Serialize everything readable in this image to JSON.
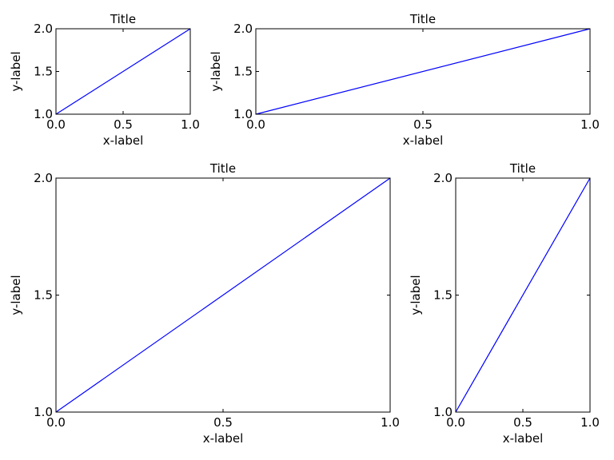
{
  "chart_data": [
    {
      "type": "line",
      "title": "Title",
      "xlabel": "x-label",
      "ylabel": "y-label",
      "xlim": [
        0.0,
        1.0
      ],
      "ylim": [
        1.0,
        2.0
      ],
      "xticks": [
        "0.0",
        "0.5",
        "1.0"
      ],
      "yticks": [
        "1.0",
        "1.5",
        "2.0"
      ],
      "grid": false,
      "series": [
        {
          "x": [
            0.0,
            1.0
          ],
          "y": [
            1.0,
            2.0
          ],
          "color": "#0000ff"
        }
      ]
    },
    {
      "type": "line",
      "title": "Title",
      "xlabel": "x-label",
      "ylabel": "y-label",
      "xlim": [
        0.0,
        1.0
      ],
      "ylim": [
        1.0,
        2.0
      ],
      "xticks": [
        "0.0",
        "0.5",
        "1.0"
      ],
      "yticks": [
        "1.0",
        "1.5",
        "2.0"
      ],
      "grid": false,
      "series": [
        {
          "x": [
            0.0,
            1.0
          ],
          "y": [
            1.0,
            2.0
          ],
          "color": "#0000ff"
        }
      ]
    },
    {
      "type": "line",
      "title": "Title",
      "xlabel": "x-label",
      "ylabel": "y-label",
      "xlim": [
        0.0,
        1.0
      ],
      "ylim": [
        1.0,
        2.0
      ],
      "xticks": [
        "0.0",
        "0.5",
        "1.0"
      ],
      "yticks": [
        "1.0",
        "1.5",
        "2.0"
      ],
      "grid": false,
      "series": [
        {
          "x": [
            0.0,
            1.0
          ],
          "y": [
            1.0,
            2.0
          ],
          "color": "#0000ff"
        }
      ]
    },
    {
      "type": "line",
      "title": "Title",
      "xlabel": "x-label",
      "ylabel": "y-label",
      "xlim": [
        0.0,
        1.0
      ],
      "ylim": [
        1.0,
        2.0
      ],
      "xticks": [
        "0.0",
        "0.5",
        "1.0"
      ],
      "yticks": [
        "1.0",
        "1.5",
        "2.0"
      ],
      "grid": false,
      "series": [
        {
          "x": [
            0.0,
            1.0
          ],
          "y": [
            1.0,
            2.0
          ],
          "color": "#0000ff"
        }
      ]
    }
  ]
}
